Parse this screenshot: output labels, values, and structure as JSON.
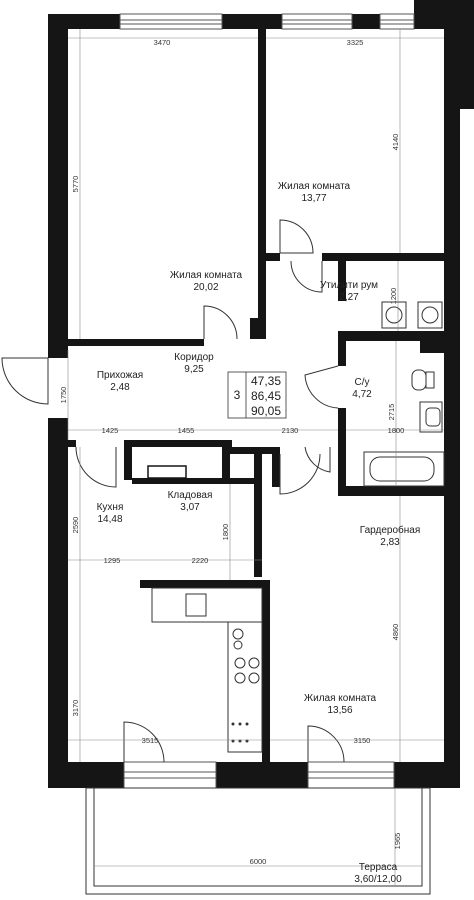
{
  "rooms": {
    "living1": {
      "name": "Жилая комната",
      "area": "20,02"
    },
    "living2": {
      "name": "Жилая комната",
      "area": "13,77"
    },
    "utility": {
      "name": "Утилити рум",
      "area": "2,27"
    },
    "corridor": {
      "name": "Коридор",
      "area": "9,25"
    },
    "hall": {
      "name": "Прихожая",
      "area": "2,48"
    },
    "bath": {
      "name": "С/у",
      "area": "4,72"
    },
    "kitchen": {
      "name": "Кухня",
      "area": "14,48"
    },
    "pantry": {
      "name": "Кладовая",
      "area": "3,07"
    },
    "wardrobe": {
      "name": "Гардеробная",
      "area": "2,83"
    },
    "living3": {
      "name": "Жилая комната",
      "area": "13,56"
    },
    "terrace": {
      "name": "Терраса",
      "area": "3,60/12,00"
    }
  },
  "summary": {
    "rooms_count": "3",
    "area_living": "47,35",
    "area_total": "86,45",
    "area_full": "90,05"
  },
  "dimensions": {
    "d3470": "3470",
    "d3325": "3325",
    "d4140": "4140",
    "d5770": "5770",
    "d1200": "1200",
    "d1750": "1750",
    "d1425": "1425",
    "d1455": "1455",
    "d2130": "2130",
    "d2715": "2715",
    "d1800a": "1800",
    "d2590": "2590",
    "d1800b": "1800",
    "d1295": "1295",
    "d2220": "2220",
    "d4860": "4860",
    "d3170": "3170",
    "d3515": "3515",
    "d3150": "3150",
    "d1965": "1965",
    "d6000": "6000"
  }
}
